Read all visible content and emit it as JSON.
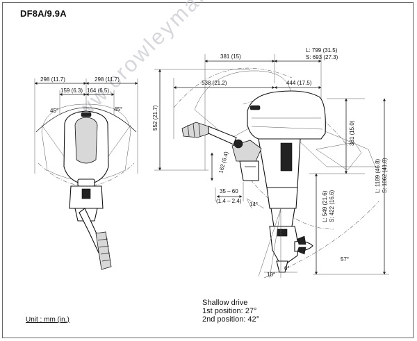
{
  "title": "DF8A/9.9A",
  "unit_label": "Unit : mm (in.)",
  "watermark": "www.crowleymarine.com",
  "shallow_drive": {
    "heading": "Shallow drive",
    "first": "1st position: 27°",
    "second": "2nd position: 42°"
  },
  "front_view": {
    "width_left": "298 (11.7)",
    "width_right": "298 (11.7)",
    "inner_left": "159 (6.3)",
    "inner_right": "164 (6.5)",
    "angle_left": "45°",
    "angle_right": "45°"
  },
  "side_view": {
    "total_length": "L: 799 (31.5)",
    "total_length_s": "S: 693 (27.3)",
    "forward": "381 (15)",
    "front_reach": "538 (21.2)",
    "rear_reach": "444 (17.5)",
    "top_height": "552 (21.7)",
    "head_height": "381 (15.0)",
    "total_height_l": "L: 1189 (46.8)",
    "total_height_s": "S: 1062 (41.8)",
    "transom_l": "L: 549 (21.6)",
    "transom_s": "S: 422 (16.6)",
    "bracket_height": "162 (6.4)",
    "clamp_range": "35 – 60",
    "clamp_range_in": "(1.4 – 2.4)",
    "tilt_angle": "14°",
    "trim_small": "6°",
    "trim_large": "10°",
    "tilt_max": "57°"
  }
}
